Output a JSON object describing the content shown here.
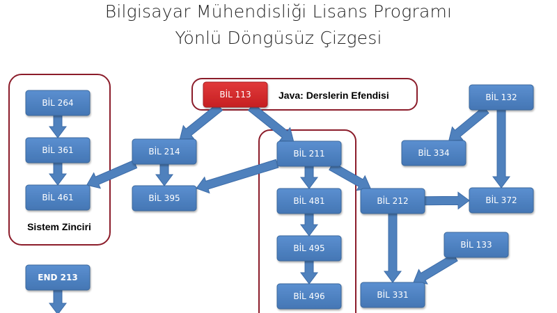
{
  "title": {
    "line1": "Bilgisayar Mühendisliği Lisans Programı",
    "line2": "Yönlü Döngüsüz Çizgesi"
  },
  "colors": {
    "node_blue": "#4f81bd",
    "node_blue_border": "#3a679c",
    "node_red": "#d9292b",
    "node_red_border": "#a81f20",
    "group_border": "#8b1c2a",
    "arrow": "#4f81bd"
  },
  "nodes": [
    {
      "id": "bil264",
      "label": "BİL 264",
      "color": "blue"
    },
    {
      "id": "bil361",
      "label": "BİL 361",
      "color": "blue"
    },
    {
      "id": "bil461",
      "label": "BİL 461",
      "color": "blue"
    },
    {
      "id": "end213",
      "label": "END 213",
      "color": "blue",
      "bold": true
    },
    {
      "id": "bil113",
      "label": "BİL 113",
      "color": "red"
    },
    {
      "id": "bil214",
      "label": "BİL 214",
      "color": "blue"
    },
    {
      "id": "bil395",
      "label": "BİL 395",
      "color": "blue"
    },
    {
      "id": "bil211",
      "label": "BİL 211",
      "color": "blue"
    },
    {
      "id": "bil481",
      "label": "BİL 481",
      "color": "blue"
    },
    {
      "id": "bil495",
      "label": "BİL 495",
      "color": "blue"
    },
    {
      "id": "bil496",
      "label": "BİL 496",
      "color": "blue"
    },
    {
      "id": "bil212",
      "label": "BİL 212",
      "color": "blue"
    },
    {
      "id": "bil331",
      "label": "BİL 331",
      "color": "blue"
    },
    {
      "id": "bil132",
      "label": "BİL 132",
      "color": "blue"
    },
    {
      "id": "bil334",
      "label": "BİL 334",
      "color": "blue"
    },
    {
      "id": "bil372",
      "label": "BİL 372",
      "color": "blue"
    },
    {
      "id": "bil133",
      "label": "BİL 133",
      "color": "blue"
    }
  ],
  "edges": [
    {
      "from": "bil264",
      "to": "bil361"
    },
    {
      "from": "bil361",
      "to": "bil461"
    },
    {
      "from": "bil214",
      "to": "bil461"
    },
    {
      "from": "bil214",
      "to": "bil395"
    },
    {
      "from": "bil113",
      "to": "bil214"
    },
    {
      "from": "bil113",
      "to": "bil211"
    },
    {
      "from": "bil211",
      "to": "bil395"
    },
    {
      "from": "bil211",
      "to": "bil481"
    },
    {
      "from": "bil481",
      "to": "bil495"
    },
    {
      "from": "bil495",
      "to": "bil496"
    },
    {
      "from": "bil211",
      "to": "bil212"
    },
    {
      "from": "bil212",
      "to": "bil372"
    },
    {
      "from": "bil212",
      "to": "bil331"
    },
    {
      "from": "bil132",
      "to": "bil334"
    },
    {
      "from": "bil132",
      "to": "bil372"
    },
    {
      "from": "bil133",
      "to": "bil331"
    },
    {
      "from": "end213",
      "to": "offpage"
    }
  ],
  "groups": [
    {
      "id": "sistem",
      "label": "Sistem Zinciri"
    },
    {
      "id": "java",
      "label": "Java: Derslerin Efendisi"
    },
    {
      "id": "middle",
      "label": ""
    }
  ]
}
